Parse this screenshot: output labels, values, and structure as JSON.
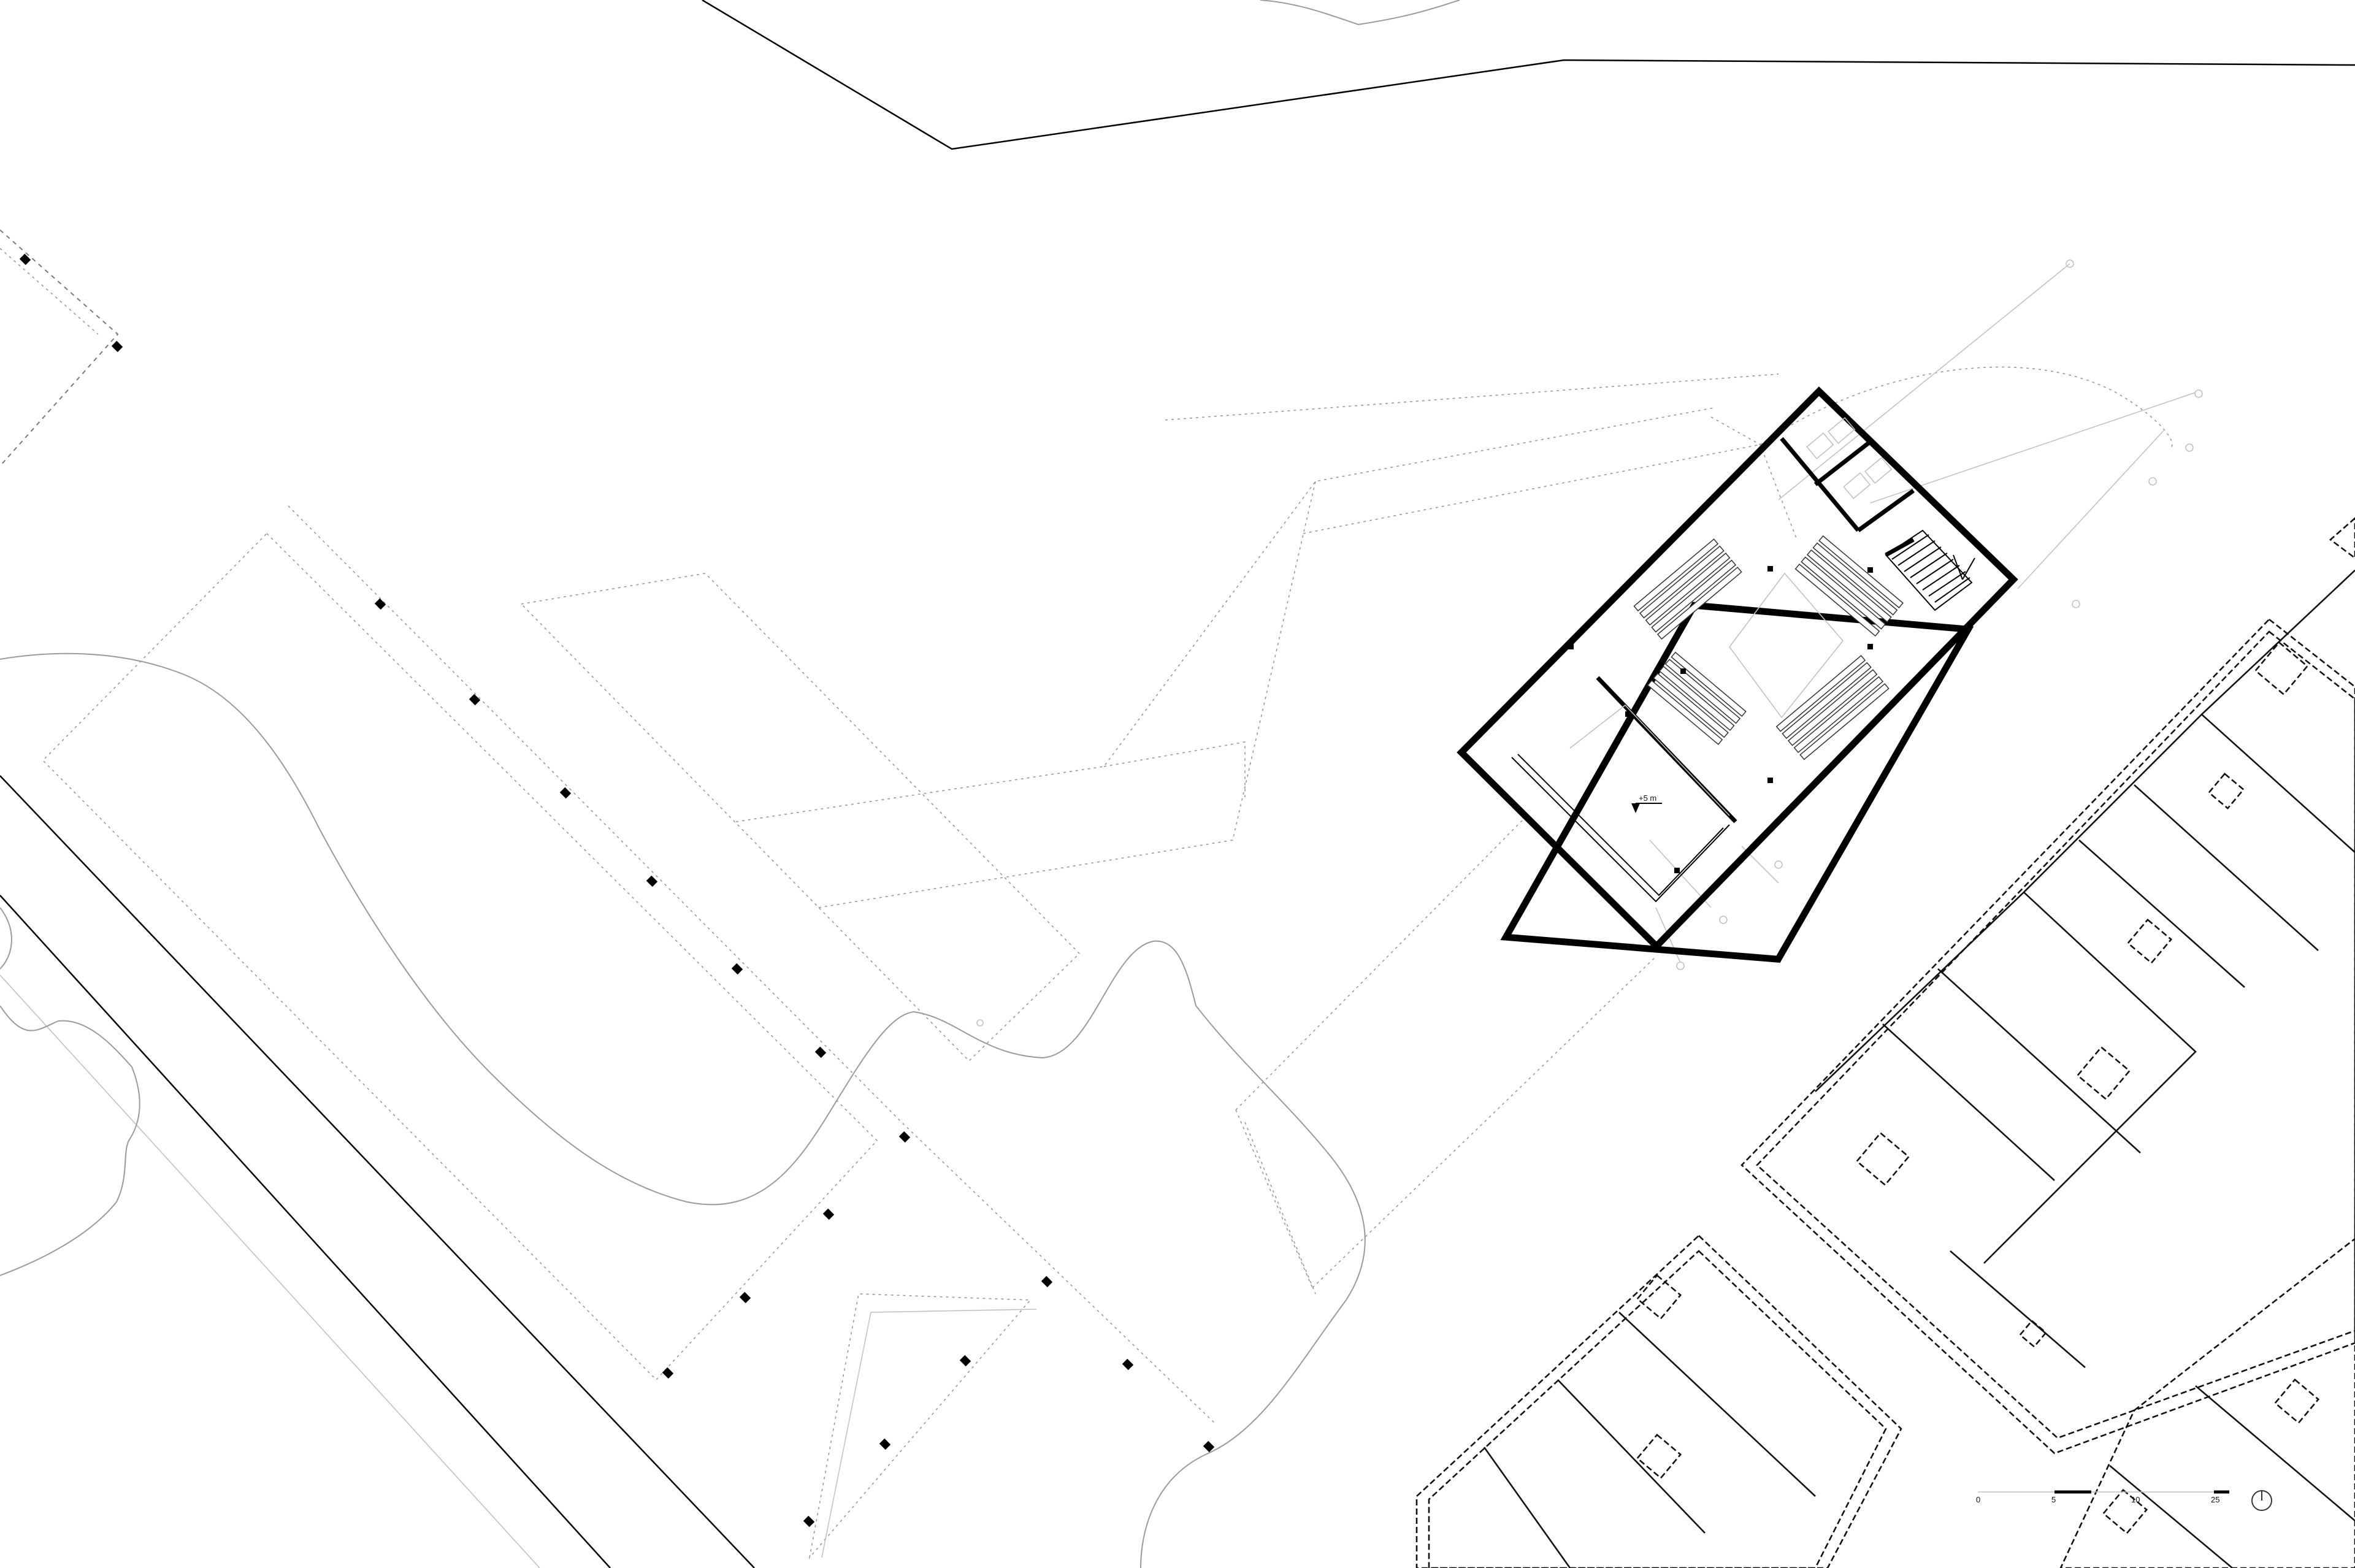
{
  "plan": {
    "level_marker_label": "+5 m",
    "scale_bar_labels": [
      "0",
      "5",
      "10",
      "25"
    ],
    "north_arrow_icon": "north-arrow-icon"
  }
}
